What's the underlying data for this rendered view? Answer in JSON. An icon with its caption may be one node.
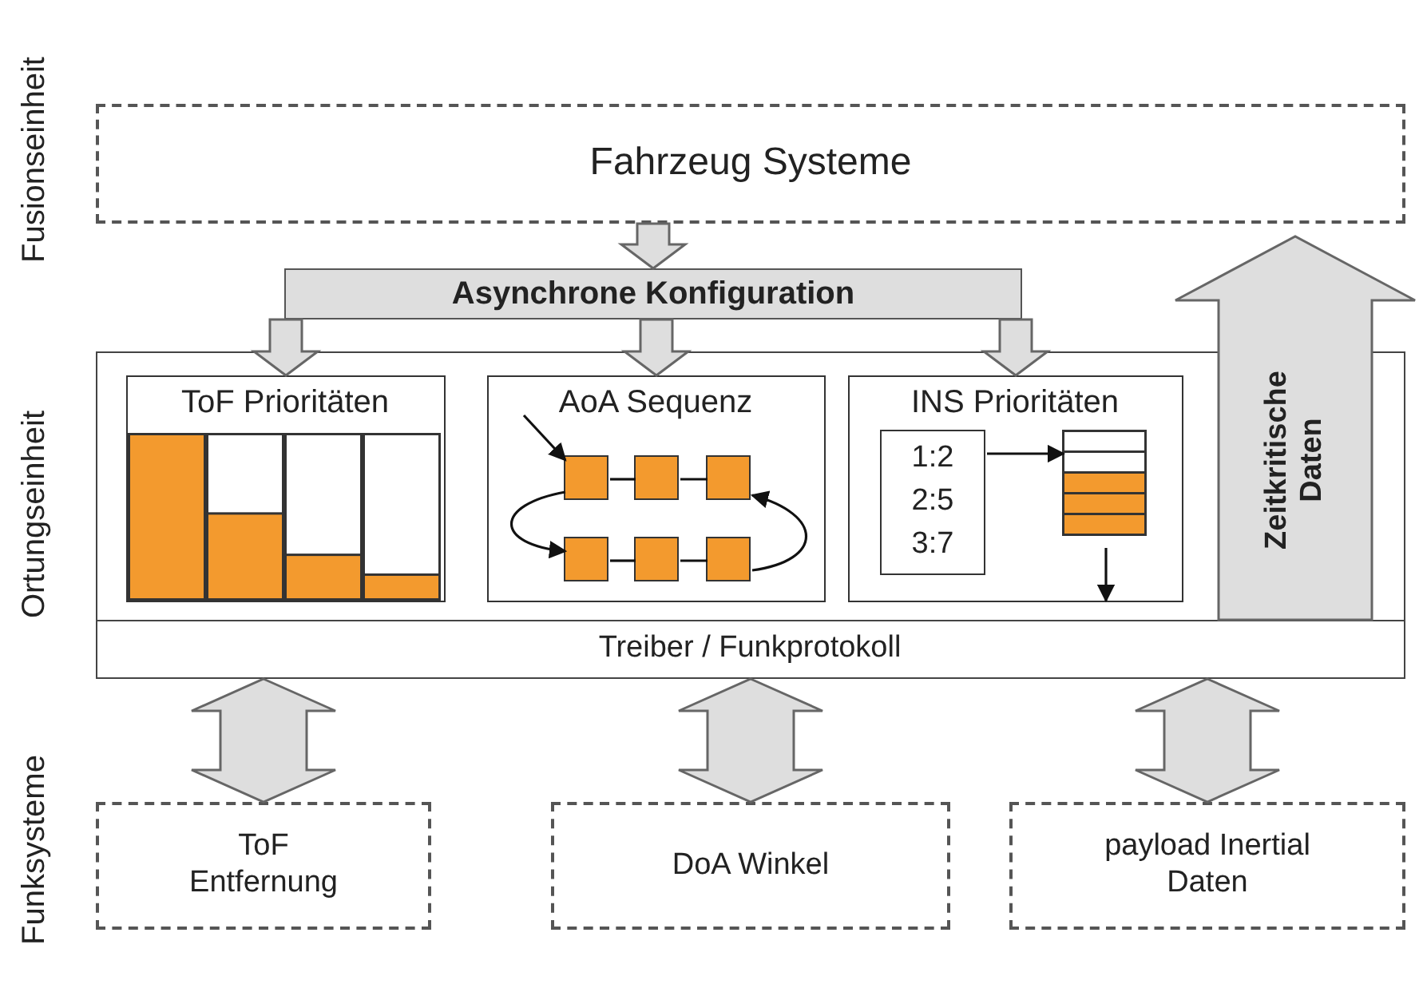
{
  "diagram": {
    "nodes": [
      {
        "text": [
          "Fahrzeug Systeme"
        ]
      },
      {
        "text": [
          "Asynchrone Konfiguration"
        ]
      },
      {
        "text": [],
        "shape": "box"
      },
      {
        "text": [
          "ToF Prioritäten"
        ],
        "in": 2
      },
      {
        "text": [
          "AoA Sequenz"
        ],
        "in": 2
      },
      {
        "text": [],
        "shape": "box",
        "in": 4
      },
      {
        "text": [],
        "shape": "box",
        "in": 4
      },
      {
        "text": [],
        "shape": "box",
        "in": 4
      },
      {
        "text": [],
        "shape": "box",
        "in": 4
      },
      {
        "text": [],
        "shape": "box",
        "in": 4
      },
      {
        "text": [],
        "shape": "box",
        "in": 4
      },
      {
        "text": [
          "INS Prioritäten"
        ],
        "in": 2
      },
      {
        "text": [
          "1:2",
          "2:5",
          "3:7"
        ],
        "in": 11
      },
      {
        "text": [],
        "shape": "bar",
        "in": 11
      },
      {
        "text": [
          "Treiber / Funkprotokoll"
        ],
        "in": 2
      },
      {
        "text": [
          "ToF Entfernung"
        ]
      },
      {
        "text": [
          "DoA Winkel"
        ]
      },
      {
        "text": [
          "payload Inertial Daten"
        ]
      }
    ],
    "edges": [
      {
        "from": 0,
        "to": 1,
        "arrow": "to",
        "style": "thick"
      },
      {
        "from": 1,
        "to": 3,
        "arrow": "to",
        "style": "thick"
      },
      {
        "from": 1,
        "to": 4,
        "arrow": "to",
        "style": "thick"
      },
      {
        "from": 1,
        "to": 11,
        "arrow": "to",
        "style": "thick"
      },
      {
        "from": null,
        "to": 5,
        "arrow": "to"
      },
      {
        "from": 5,
        "to": 6,
        "arrow": "none"
      },
      {
        "from": 6,
        "to": 7,
        "arrow": "none"
      },
      {
        "from": 8,
        "to": 9,
        "arrow": "none"
      },
      {
        "from": 9,
        "to": 10,
        "arrow": "none"
      },
      {
        "from": 5,
        "to": 8,
        "arrow": "to"
      },
      {
        "from": 10,
        "to": 7,
        "arrow": "to"
      },
      {
        "from": 12,
        "to": 13,
        "arrow": "to"
      },
      {
        "from": 13,
        "to": null,
        "arrow": "to"
      },
      {
        "from": 14,
        "to": 15,
        "arrow": "both",
        "style": "thick"
      },
      {
        "from": 14,
        "to": 16,
        "arrow": "both",
        "style": "thick"
      },
      {
        "from": 14,
        "to": 17,
        "arrow": "both",
        "style": "thick"
      },
      {
        "from": 14,
        "to": 0,
        "arrow": "to",
        "style": "thick",
        "label": "Zeitkritische Daten"
      }
    ],
    "labels": [
      "Fusionseinheit",
      "Ortungseinheit",
      "Funksysteme"
    ]
  }
}
